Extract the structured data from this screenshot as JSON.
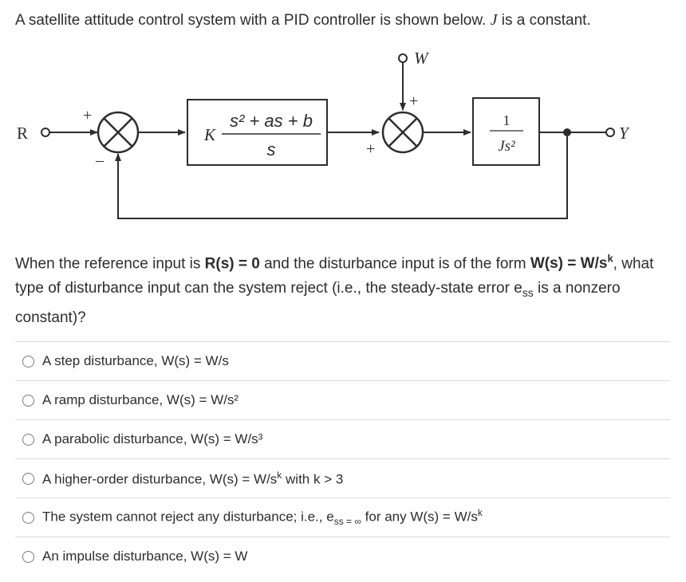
{
  "intro": {
    "text_before": "A satellite attitude control system with a PID controller is shown below. ",
    "constant_symbol": "J",
    "text_after": " is a constant."
  },
  "diagram": {
    "input_label": "R",
    "output_label": "Y",
    "disturbance_label": "W",
    "sum1_plus": "+",
    "sum1_minus": "–",
    "sum2_plus_top": "+",
    "sum2_plus_left": "+",
    "controller_gain": "K",
    "controller_num": "s² + as + b",
    "controller_den": "s",
    "plant_num": "1",
    "plant_den": "Js²"
  },
  "question": {
    "p1": "When the reference input is ",
    "p2": "R(s) = 0",
    "p3": " and the disturbance input is of the form ",
    "p4": "W(s) = W/s",
    "p4_sup": "k",
    "p5": ", what type of disturbance input can the system reject (i.e., the steady-state error ",
    "ess": "e",
    "ess_sub": "ss",
    "p6": " is a nonzero constant)?"
  },
  "options": [
    {
      "text": "A step disturbance, W(s) = W/s"
    },
    {
      "text": "A ramp disturbance, W(s) = W/s²"
    },
    {
      "text": "A parabolic disturbance, W(s) = W/s³"
    },
    {
      "text": "A higher-order disturbance, W(s) = W/s",
      "sup": "k",
      "after": " with k > 3"
    },
    {
      "text": "The system cannot reject any disturbance; i.e., e",
      "sub": "ss = ∞",
      "after": " for any W(s) = W/s",
      "sup2": "k"
    },
    {
      "text": "An impulse disturbance, W(s) = W"
    }
  ]
}
